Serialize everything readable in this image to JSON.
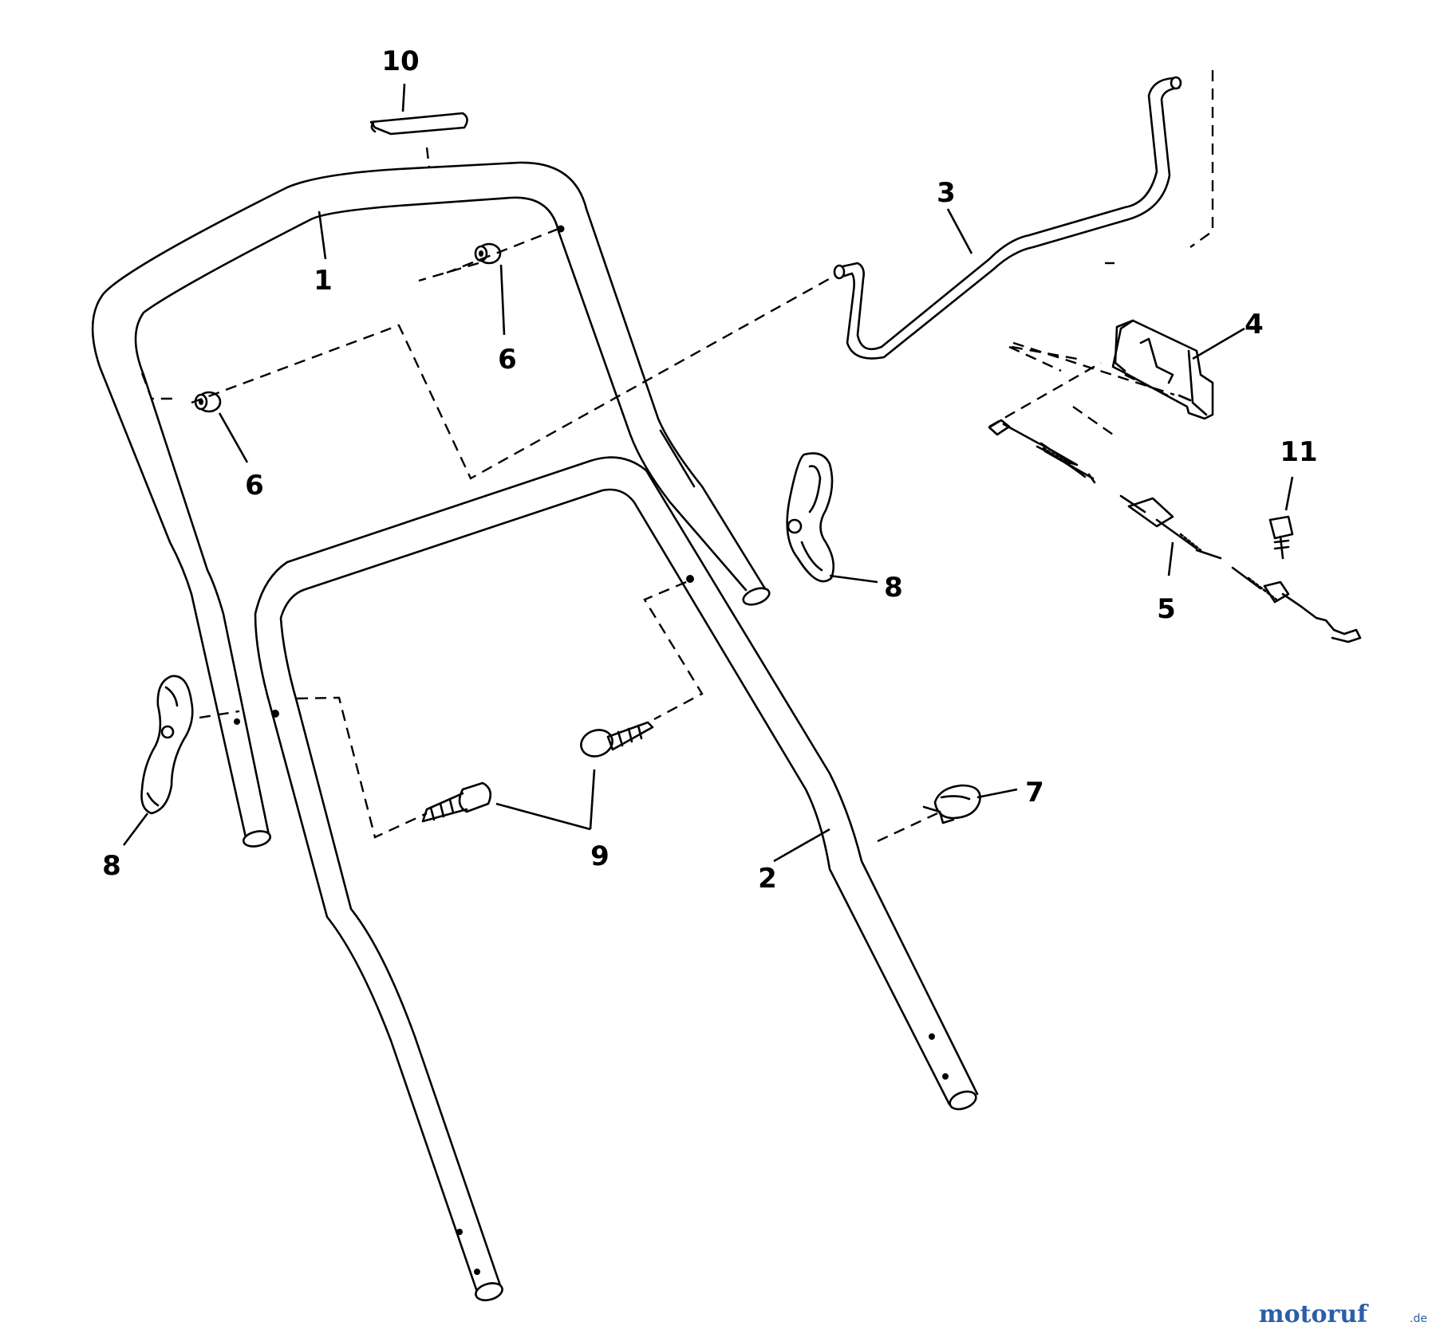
{
  "callouts": {
    "c1": "1",
    "c2": "2",
    "c3": "3",
    "c4": "4",
    "c5": "5",
    "c6a": "6",
    "c6b": "6",
    "c7": "7",
    "c8a": "8",
    "c8b": "8",
    "c9": "9",
    "c10": "10",
    "c11": "11"
  },
  "watermark": {
    "brand": "motoruf",
    "suffix": ".de",
    "brand_color": "#2a5ea8"
  }
}
